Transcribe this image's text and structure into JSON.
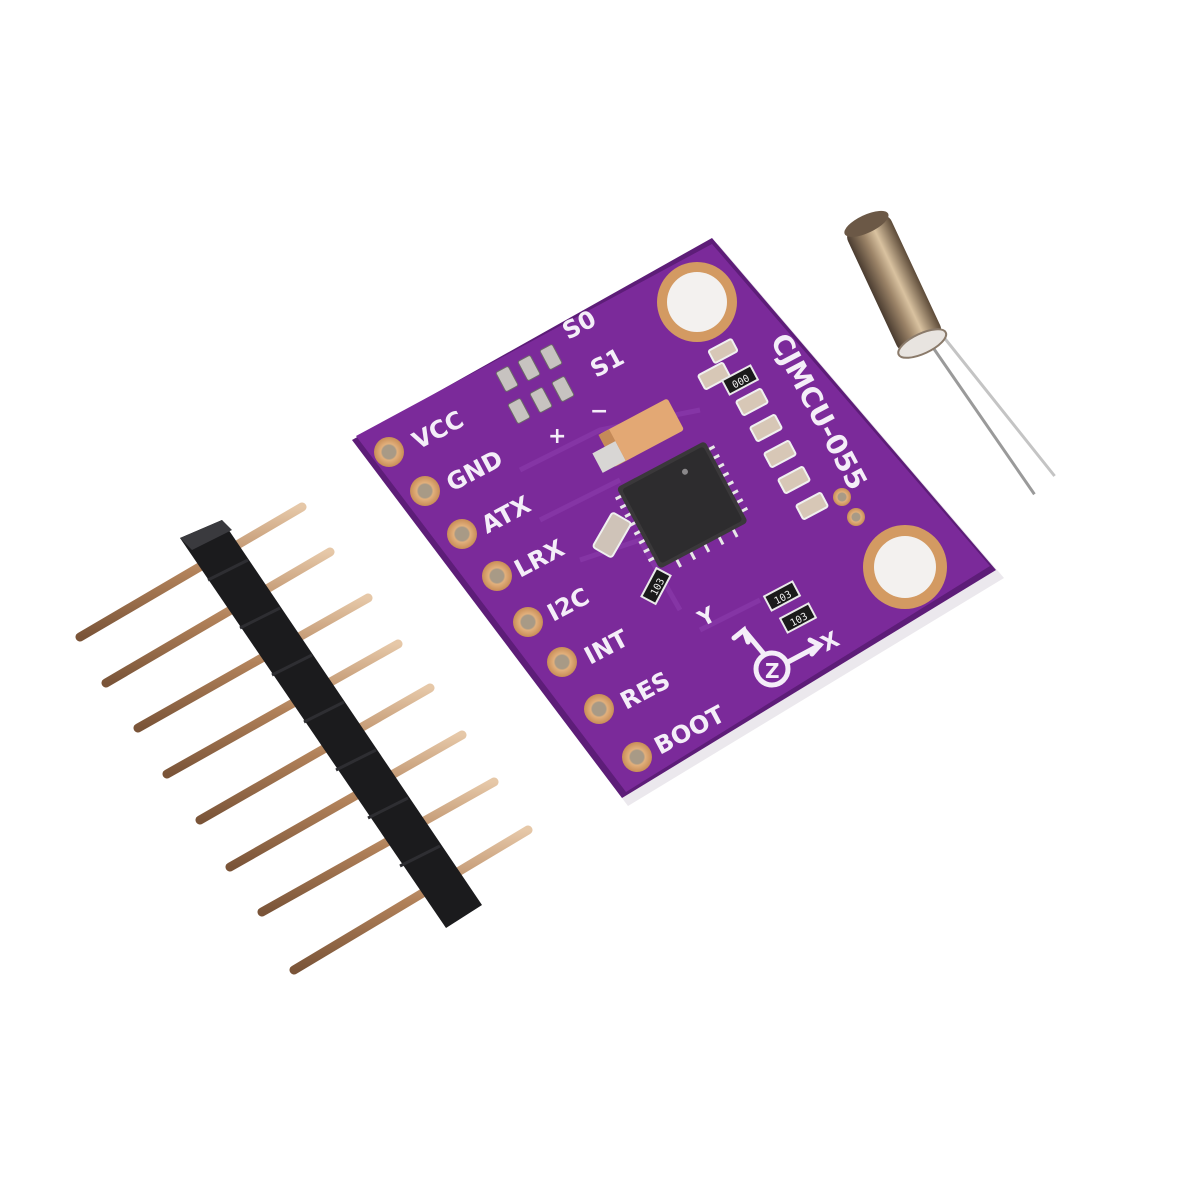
{
  "photo": {
    "subject": "CJMCU-055 sensor breakout board with pin header and crystal",
    "background_color": "#ffffff"
  },
  "board": {
    "model_label": "CJMCU-055",
    "color": "#7b2a9a",
    "edge_color": "#5d1d78",
    "silk_color": "#f4eef8",
    "pad_color": "#d9a36c",
    "pins": [
      {
        "label": "VCC"
      },
      {
        "label": "GND"
      },
      {
        "label": "ATX"
      },
      {
        "label": "LRX"
      },
      {
        "label": "I2C"
      },
      {
        "label": "INT"
      },
      {
        "label": "RES"
      },
      {
        "label": "BOOT"
      }
    ],
    "jumper_labels": {
      "s0": "S0",
      "s1": "S1",
      "plus": "+",
      "minus": "−"
    },
    "axis": {
      "x": "X",
      "y": "Y",
      "z": "Z"
    },
    "resistor_codes": [
      "000",
      "103",
      "103",
      "103"
    ]
  },
  "header": {
    "pin_count": 8,
    "body_color": "#1b1b1d",
    "pin_color": "#b88a63"
  },
  "crystal": {
    "can_color": "#8a7560",
    "lead_color": "#b8b8b8"
  }
}
